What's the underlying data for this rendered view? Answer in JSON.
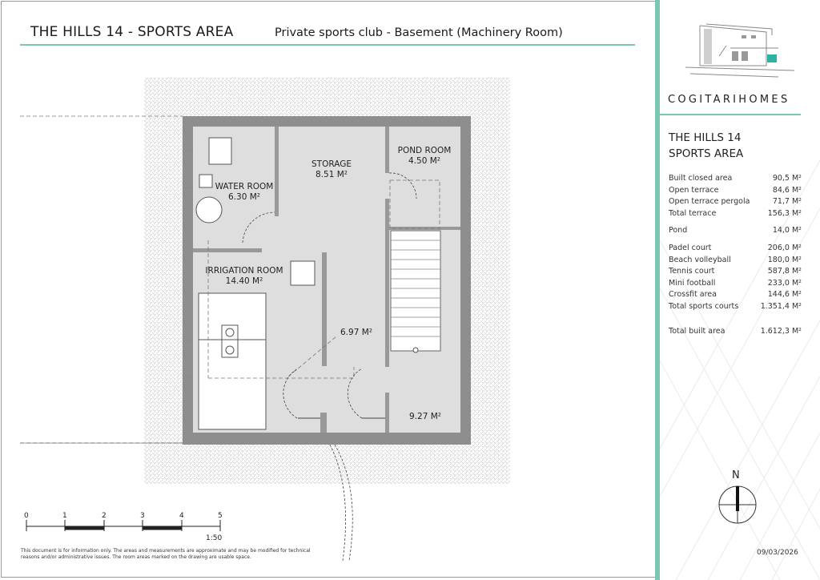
{
  "header": {
    "title": "THE HILLS 14 - SPORTS AREA",
    "subtitle": "Private sports club - Basement (Machinery Room)"
  },
  "brand": {
    "name": "COGITARIHOMES",
    "accent_color": "#7cc7b3"
  },
  "project": {
    "line1": "THE HILLS 14",
    "line2": "SPORTS AREA"
  },
  "areas": {
    "built_closed": {
      "label": "Built closed area",
      "value": "90,5 M²"
    },
    "open_terrace": {
      "label": "Open terrace",
      "value": "84,6 M²"
    },
    "open_terrace_pergola": {
      "label": "Open terrace pergola",
      "value": "71,7 M²"
    },
    "total_terrace": {
      "label": "Total terrace",
      "value": "156,3 M²"
    },
    "pond": {
      "label": "Pond",
      "value": "14,0 M²"
    },
    "padel": {
      "label": "Padel court",
      "value": "206,0 M²"
    },
    "beach_volley": {
      "label": "Beach volleyball",
      "value": "180,0 M²"
    },
    "tennis": {
      "label": "Tennis court",
      "value": "587,8 M²"
    },
    "mini_football": {
      "label": "Mini football",
      "value": "233,0 M²"
    },
    "crossfit": {
      "label": "Crossfit area",
      "value": "144,6 M²"
    },
    "total_sports": {
      "label": "Total sports courts",
      "value": "1.351,4 M²"
    },
    "total_built": {
      "label": "Total built area",
      "value": "1.612,3 M²"
    }
  },
  "rooms": {
    "storage": {
      "name": "STORAGE",
      "area": "8.51 M²"
    },
    "pond_room": {
      "name": "POND ROOM",
      "area": "4.50 M²"
    },
    "water_room": {
      "name": "WATER ROOM",
      "area": "6.30 M²"
    },
    "irrigation_room": {
      "name": "IRRIGATION ROOM",
      "area": "14.40 M²"
    },
    "corridor": {
      "area": "6.97 M²"
    },
    "stair_hall": {
      "area": "9.27 M²"
    }
  },
  "scale": {
    "ticks": [
      "0",
      "1",
      "2",
      "3",
      "4",
      "5"
    ],
    "ratio": "1:50"
  },
  "compass": {
    "north": "N"
  },
  "disclaimer": "This document is for information only. The areas and measurements are approximate and may be modified for technical reasons and/or administrative issues. The room areas marked on the drawing are usable space.",
  "date": "09/03/2026"
}
